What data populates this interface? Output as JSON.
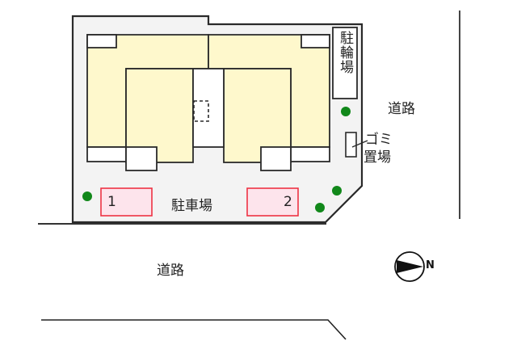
{
  "site_plan": {
    "labels": {
      "bicycle_parking": "駐輪場",
      "garbage_area_line1": "ゴミ",
      "garbage_area_line2": "置場",
      "parking": "駐車場",
      "road_east": "道路",
      "road_south": "道路",
      "north_mark": "N"
    },
    "parking_slots": [
      {
        "number": "1"
      },
      {
        "number": "2"
      }
    ],
    "colors": {
      "lot_fill": "#f3f3f3",
      "building_fill": "#fef8cc",
      "parking_slot_fill": "#fde4ec",
      "parking_slot_border": "#ee3344",
      "tree": "#11881a",
      "line": "#2a2a2a"
    },
    "trees": 4
  }
}
